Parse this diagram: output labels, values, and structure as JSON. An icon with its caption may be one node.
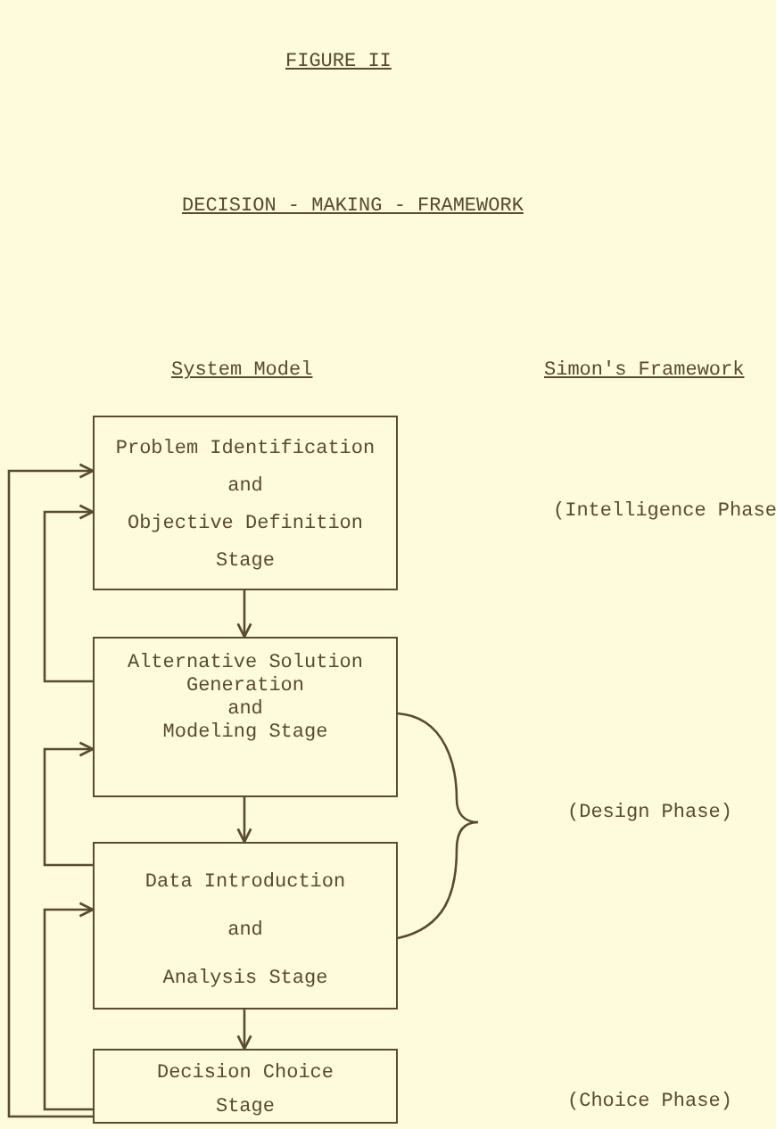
{
  "diagram": {
    "title": "FIGURE II",
    "nodes": [
      {
        "text": [
          "Problem Identification",
          "and",
          "Objective Definition",
          "Stage"
        ]
      },
      {
        "text": [
          "Alternative Solution",
          "Generation",
          "and",
          "Modeling Stage"
        ]
      },
      {
        "text": [
          "Data Introduction",
          "and",
          "Analysis Stage"
        ]
      },
      {
        "text": [
          "Decision Choice",
          "Stage"
        ]
      }
    ],
    "edges": [
      {
        "from": 0,
        "to": 1,
        "arrow": "to"
      },
      {
        "from": 1,
        "to": 2,
        "arrow": "to"
      },
      {
        "from": 2,
        "to": 3,
        "arrow": "to"
      },
      {
        "from": 1,
        "to": 0,
        "arrow": "to"
      },
      {
        "from": 2,
        "to": 1,
        "arrow": "to"
      },
      {
        "from": 3,
        "to": 2,
        "arrow": "to"
      },
      {
        "from": 3,
        "to": 0,
        "arrow": "to"
      }
    ],
    "labels": [
      "DECISION - MAKING - FRAMEWORK",
      "System Model",
      "Simon's Framework",
      "(Intelligence Phase",
      "(Design Phase)",
      "(Choice Phase)"
    ]
  }
}
